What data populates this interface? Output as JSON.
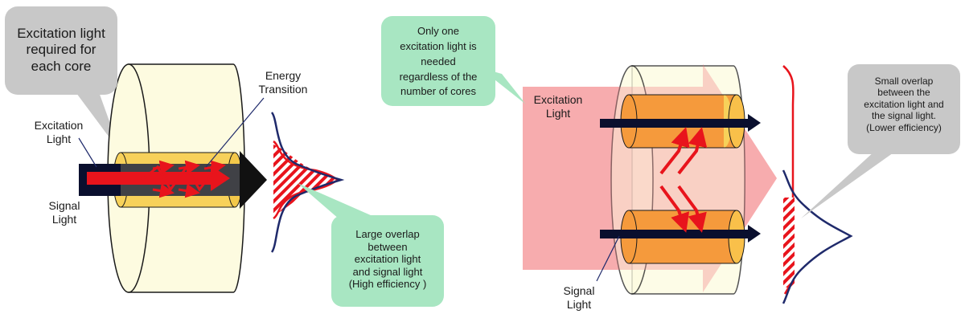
{
  "left": {
    "callout": [
      "Excitation light",
      "required for",
      "each core"
    ],
    "excitation_label": [
      "Excitation",
      "Light"
    ],
    "signal_label": [
      "Signal",
      "Light"
    ],
    "energy_label": [
      "Energy",
      "Transition"
    ],
    "overlap_callout": [
      "Large overlap",
      "between",
      "excitation light",
      "and signal light",
      "(High efficiency )"
    ]
  },
  "right": {
    "callout": [
      "Only one",
      "excitation light is",
      "needed",
      "regardless of the",
      "number of cores"
    ],
    "excitation_label": [
      "Excitation",
      "Light"
    ],
    "signal_label": [
      "Signal",
      "Light"
    ],
    "overlap_callout": [
      "Small overlap",
      "between the",
      "excitation light and",
      "the signal light.",
      "(Lower efficiency)"
    ]
  },
  "colors": {
    "cylinder_fill": "#fdfbe0",
    "core_yellow": "#f7d15a",
    "core_orange": "#f59a3c",
    "signal_red": "#e8141c",
    "pump_pink": "#f7a3a6",
    "profile_navy": "#1f2a6b",
    "callout_gray": "#c8c8c8",
    "callout_green": "#a8e6c2"
  }
}
